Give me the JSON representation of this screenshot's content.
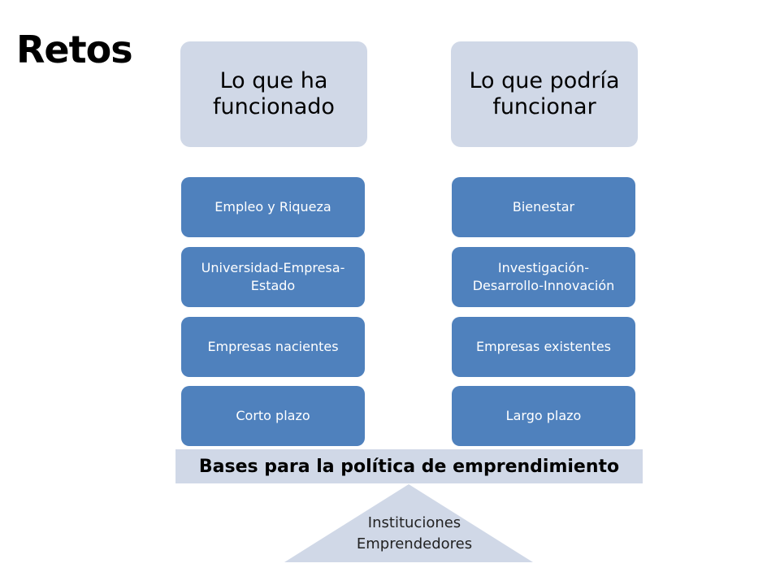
{
  "slide": {
    "title": "Retos",
    "left_column": {
      "header": "Lo que ha funcionado",
      "items": [
        "Empleo y Riqueza",
        "Universidad-Empresa-\nEstado",
        "Empresas nacientes",
        "Corto plazo"
      ]
    },
    "right_column": {
      "header": "Lo que podría funcionar",
      "items": [
        "Bienestar",
        "Investigación-\nDesarrollo-Innovación",
        "Empresas existentes",
        "Largo plazo"
      ]
    },
    "base_bar": "Bases para la política de emprendimiento",
    "foundation": {
      "line1": "Instituciones",
      "line2": "Emprendedores"
    }
  },
  "colors": {
    "header_fill": "#d0d8e7",
    "box_fill": "#4f81bd",
    "box_text": "#ffffff"
  }
}
